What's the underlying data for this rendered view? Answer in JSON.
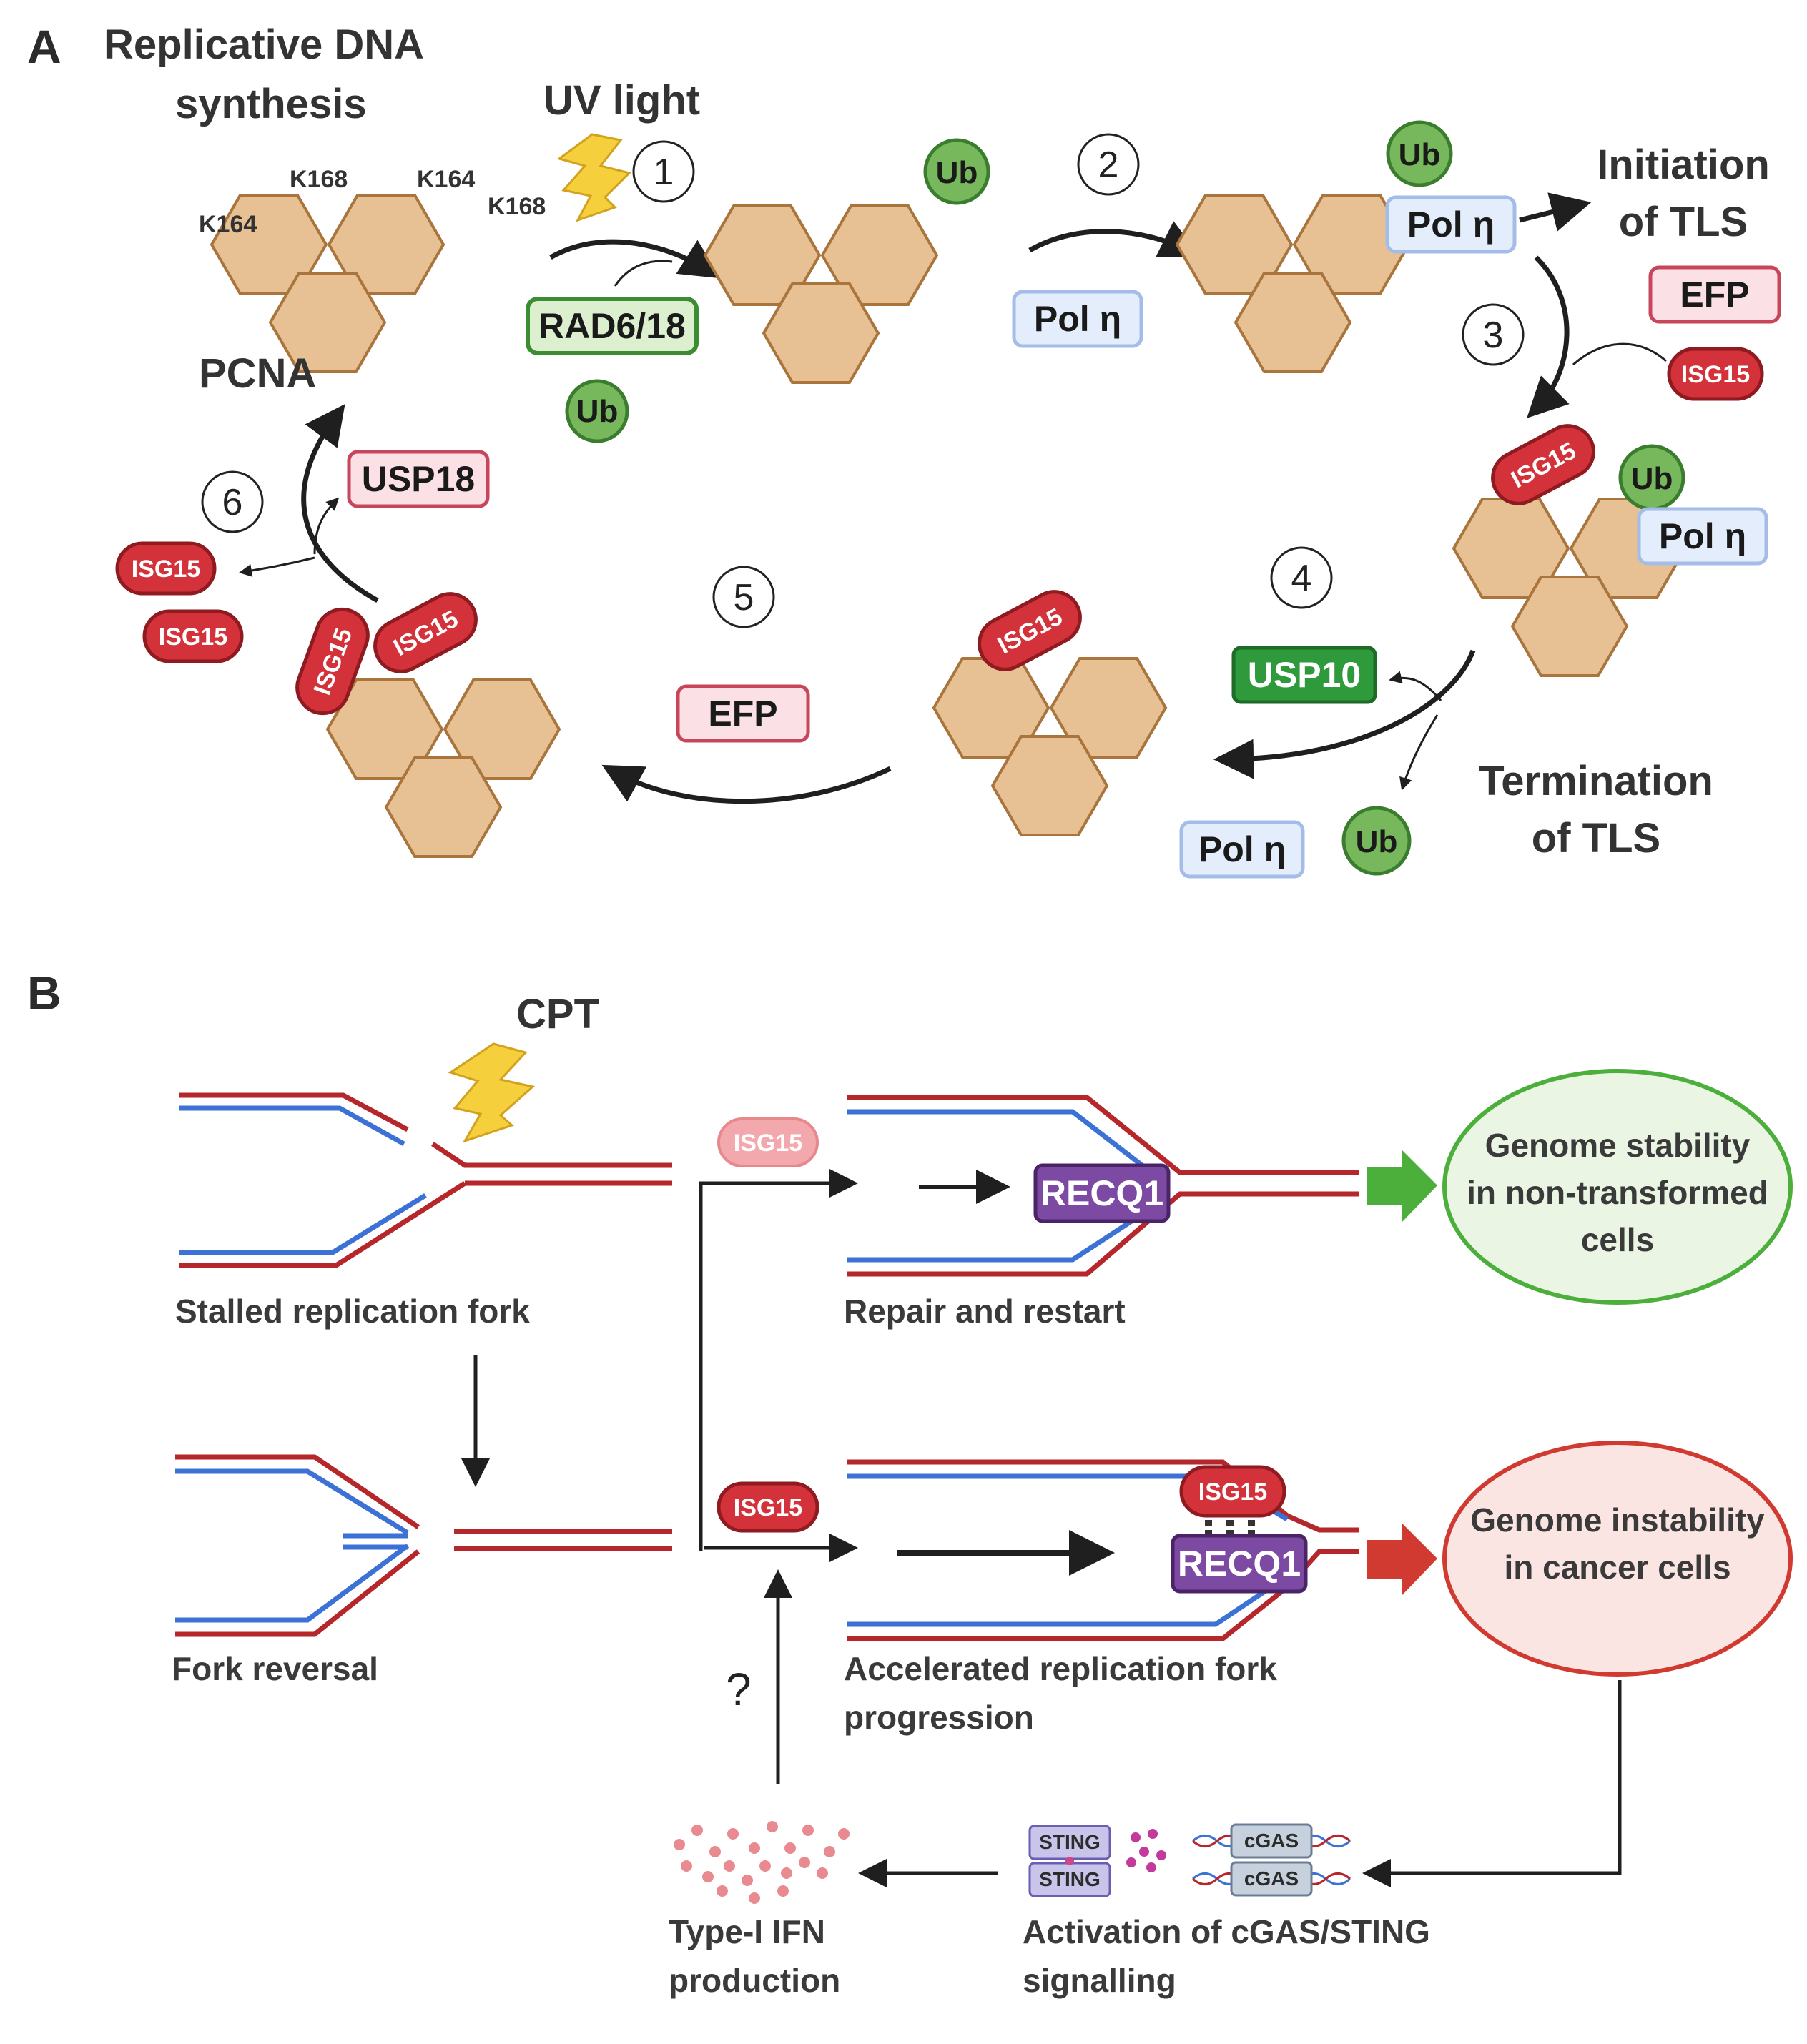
{
  "panel_a": {
    "letter": "A",
    "title_line1": "Replicative DNA",
    "title_line2": "synthesis",
    "uv_light": "UV light",
    "lysines": [
      "K164",
      "K168",
      "K164",
      "K168"
    ],
    "pcna": "PCNA",
    "steps": [
      "1",
      "2",
      "3",
      "4",
      "5",
      "6"
    ],
    "rad6_18": "RAD6/18",
    "ub": "Ub",
    "pol_eta": "Pol η",
    "efp": "EFP",
    "isg15": "ISG15",
    "usp10": "USP10",
    "usp18": "USP18",
    "initiation_line1": "Initiation",
    "initiation_line2": "of TLS",
    "termination_line1": "Termination",
    "termination_line2": "of TLS"
  },
  "panel_b": {
    "letter": "B",
    "cpt": "CPT",
    "stalled_fork": "Stalled replication fork",
    "fork_reversal": "Fork reversal",
    "repair_restart": "Repair and restart",
    "accelerated_line1": "Accelerated replication fork",
    "accelerated_line2": "progression",
    "isg15": "ISG15",
    "recq1": "RECQ1",
    "stability_line1": "Genome stability",
    "stability_line2": "in non-transformed",
    "stability_line3": "cells",
    "instability_line1": "Genome instability",
    "instability_line2": "in cancer cells",
    "question": "?",
    "sting": "STING",
    "cgas": "cGAS",
    "ifn_line1": "Type-I IFN",
    "ifn_line2": "production",
    "cgas_line1": "Activation of cGAS/STING",
    "cgas_line2": "signalling"
  },
  "colors": {
    "pcna_fill": "#e7c193",
    "pcna_stroke": "#a9753d",
    "ub_fill": "#78b85c",
    "isg15_fill": "#d3323a",
    "pol_fill": "#e3edfb",
    "efp_fill": "#fbe1e5",
    "usp10_fill": "#2f9a3c",
    "recq1_fill": "#7c4aa3",
    "dna_red": "#b5272b",
    "dna_blue": "#3c72d6",
    "stability_green": "#4caf3c",
    "instability_red": "#d03a30"
  }
}
